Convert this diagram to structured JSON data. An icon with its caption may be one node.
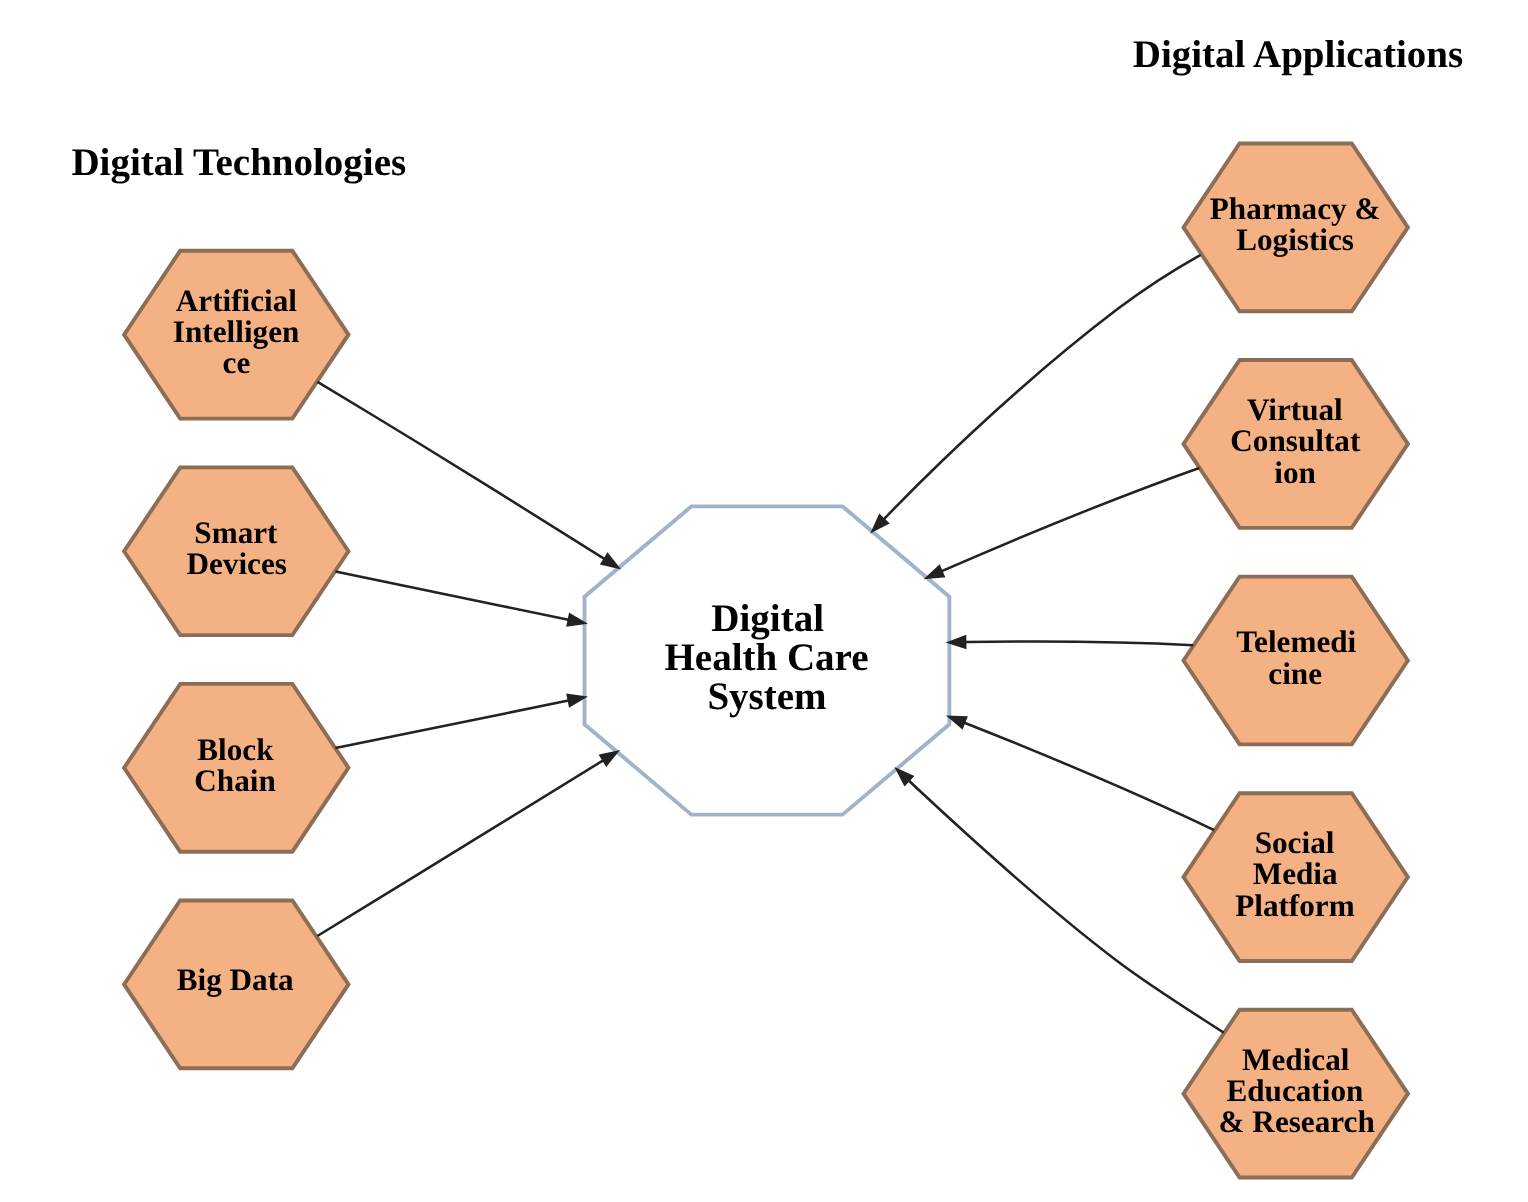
{
  "diagram": {
    "nodes": [
      {
        "text": [
          "Digital Health Care System"
        ]
      },
      {
        "text": [
          "Artificial Intelligen ce"
        ]
      },
      {
        "text": [
          "Smart Devices"
        ]
      },
      {
        "text": [
          "Block Chain"
        ]
      },
      {
        "text": [
          "Big Data"
        ]
      },
      {
        "text": [
          "Pharmacy & Logistics"
        ]
      },
      {
        "text": [
          "Virtual Consultat ion"
        ]
      },
      {
        "text": [
          "Telemedi cine"
        ]
      },
      {
        "text": [
          "Social Media Platform"
        ]
      },
      {
        "text": [
          "Medical Education & Research"
        ]
      }
    ],
    "edges": [
      {
        "from": 1,
        "to": 0,
        "arrow": "to"
      },
      {
        "from": 2,
        "to": 0,
        "arrow": "to"
      },
      {
        "from": 3,
        "to": 0,
        "arrow": "to"
      },
      {
        "from": 4,
        "to": 0,
        "arrow": "to"
      },
      {
        "from": 5,
        "to": 0,
        "arrow": "to"
      },
      {
        "from": 6,
        "to": 0,
        "arrow": "to"
      },
      {
        "from": 7,
        "to": 0,
        "arrow": "to"
      },
      {
        "from": 8,
        "to": 0,
        "arrow": "to"
      },
      {
        "from": 9,
        "to": 0,
        "arrow": "to"
      }
    ],
    "labels": [
      "Digital Technologies",
      "Digital Applications"
    ]
  }
}
